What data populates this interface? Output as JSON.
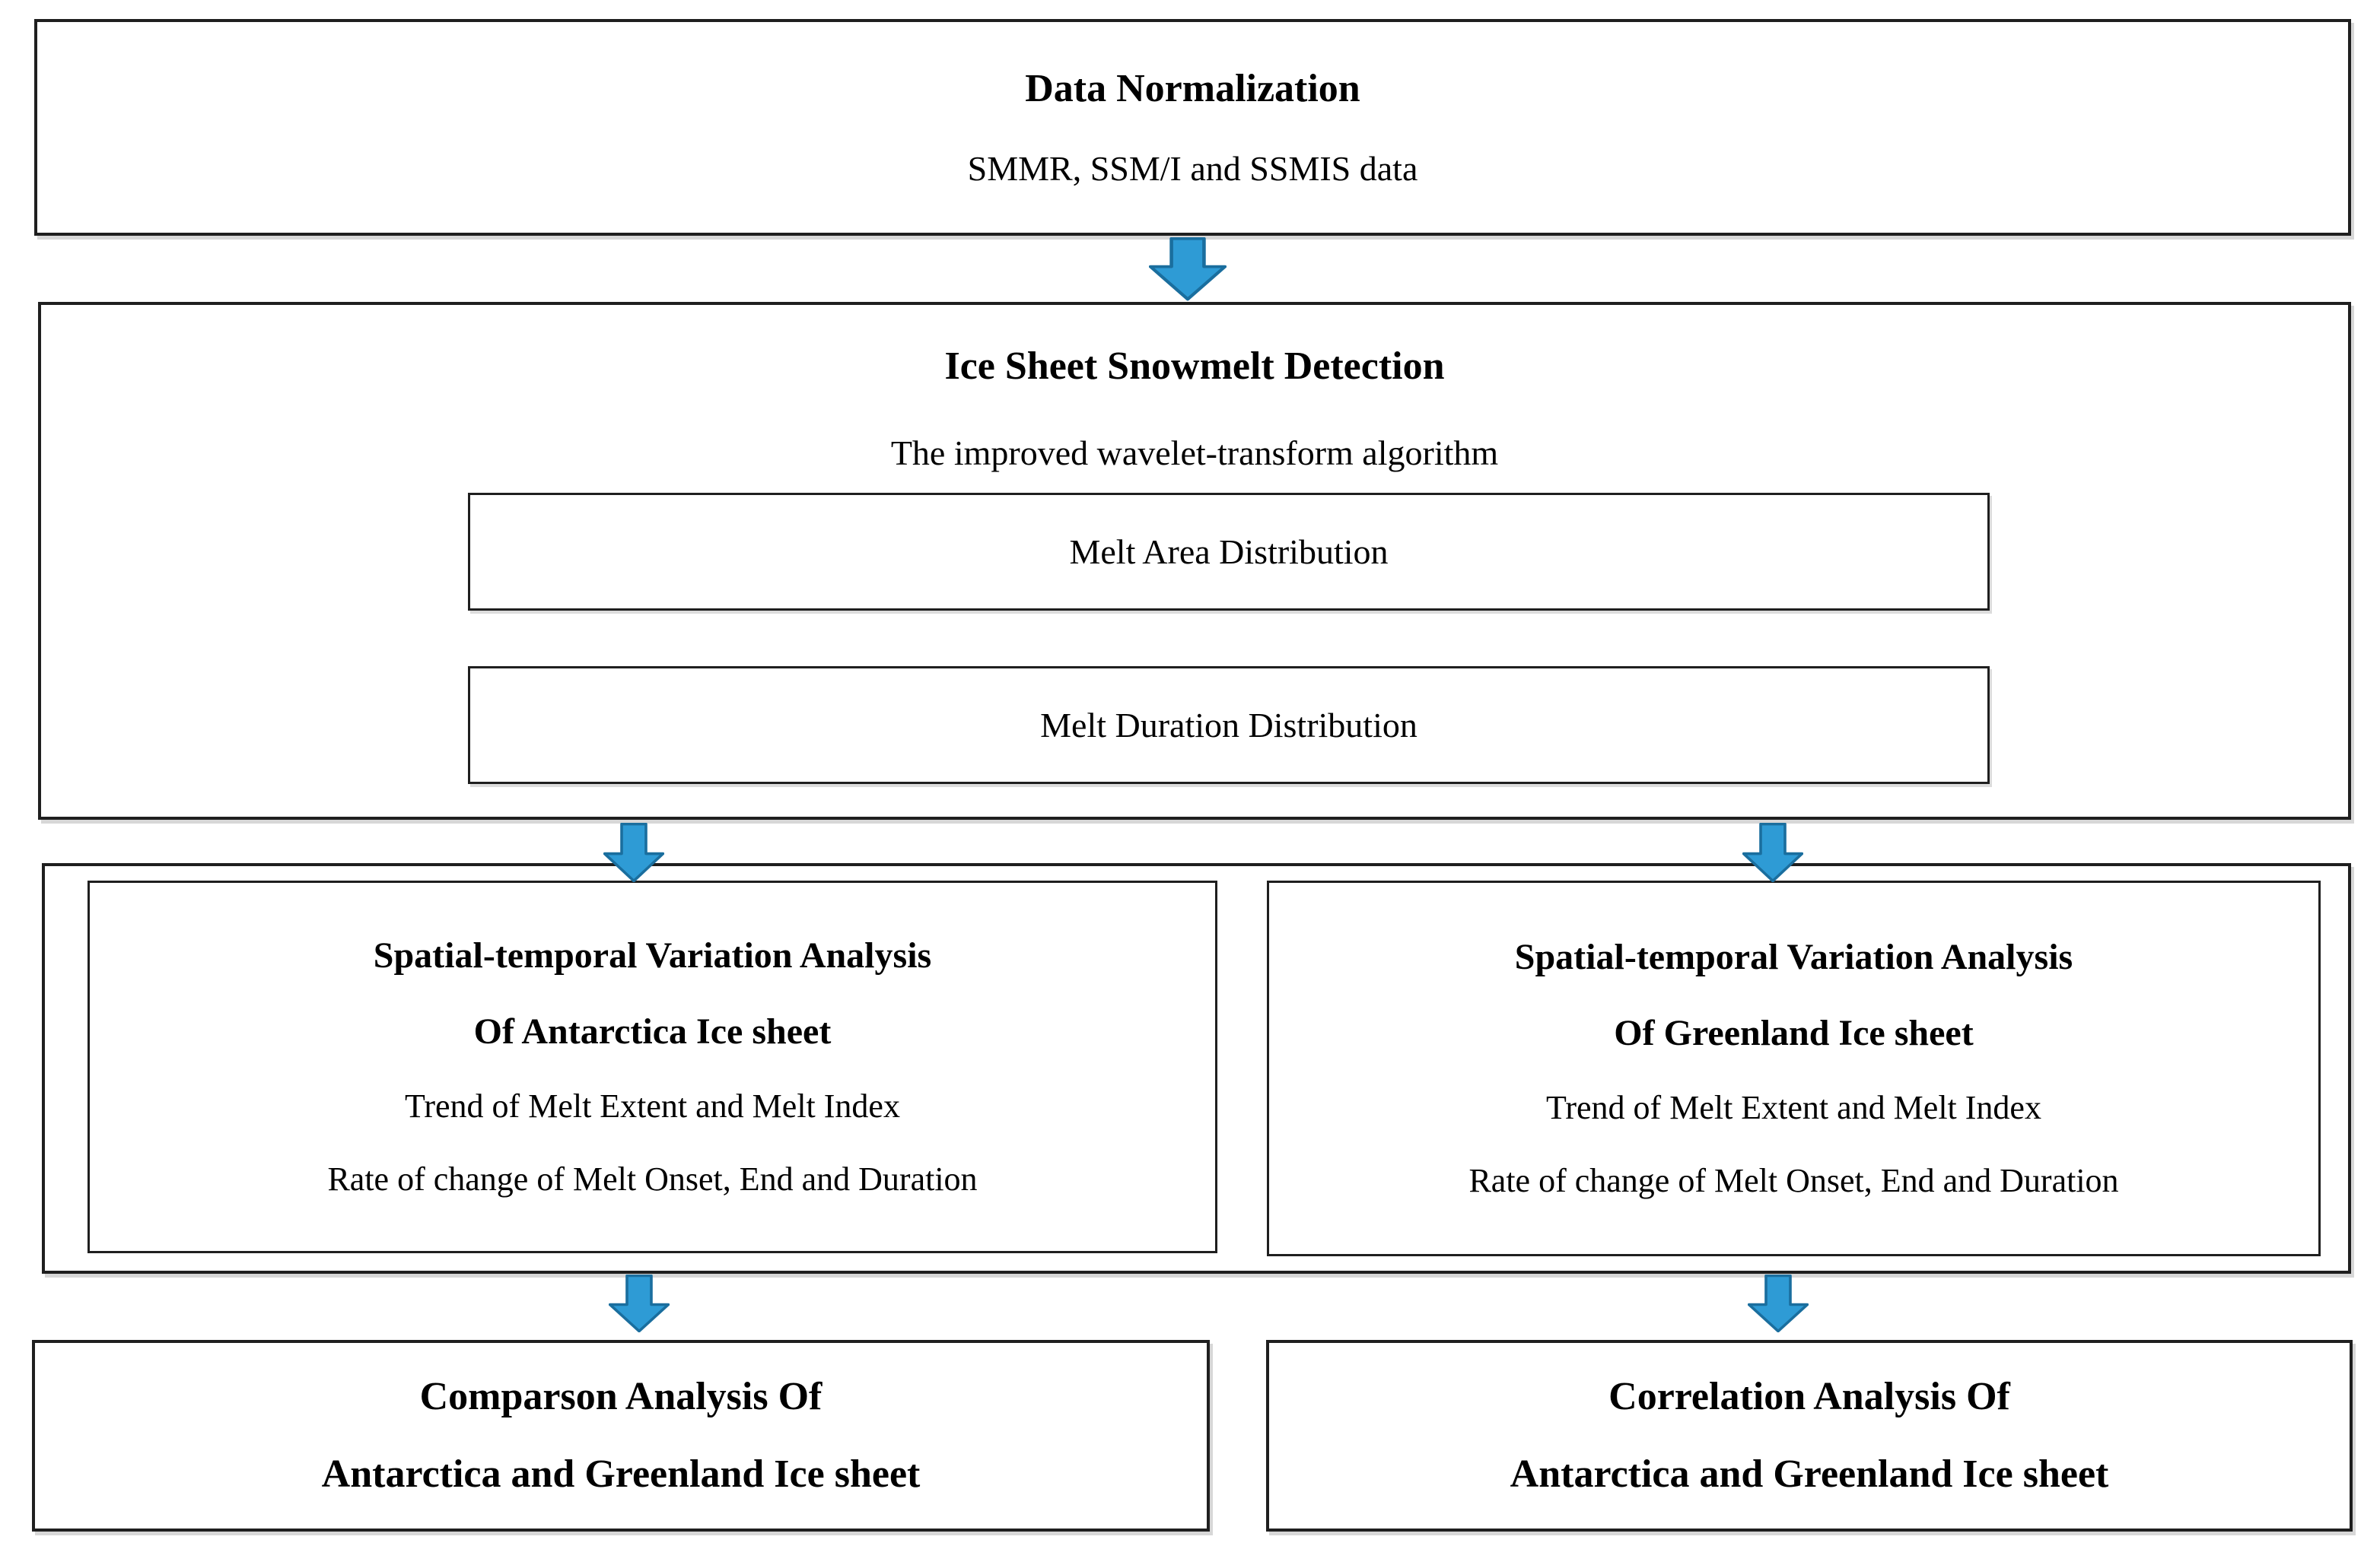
{
  "palette": {
    "border_color": "#1f1f1f",
    "arrow_fill": "#2E9BD5",
    "arrow_stroke": "#1A6E9E"
  },
  "boxes": {
    "data_normalization": {
      "title": "Data Normalization",
      "subtitle": "SMMR, SSM/I and SSMIS data"
    },
    "snowmelt_detection": {
      "title": "Ice Sheet Snowmelt Detection",
      "subtitle": "The improved wavelet-transform algorithm",
      "inner": [
        {
          "label": "Melt Area Distribution"
        },
        {
          "label": "Melt Duration Distribution"
        }
      ]
    },
    "antarctica_analysis": {
      "title_line1": "Spatial-temporal Variation Analysis",
      "title_line2": "Of Antarctica Ice sheet",
      "body_line1": "Trend of Melt Extent and Melt Index",
      "body_line2": "Rate of change of Melt Onset, End and Duration"
    },
    "greenland_analysis": {
      "title_line1": "Spatial-temporal Variation Analysis",
      "title_line2": "Of Greenland Ice sheet",
      "body_line1": "Trend of Melt Extent and Melt Index",
      "body_line2": "Rate of change of Melt Onset, End and Duration"
    },
    "comparison_analysis": {
      "title_line1": "Comparson Analysis Of",
      "title_line2": "Antarctica and Greenland Ice sheet"
    },
    "correlation_analysis": {
      "title_line1": "Correlation Analysis Of",
      "title_line2": "Antarctica and Greenland Ice sheet"
    }
  }
}
